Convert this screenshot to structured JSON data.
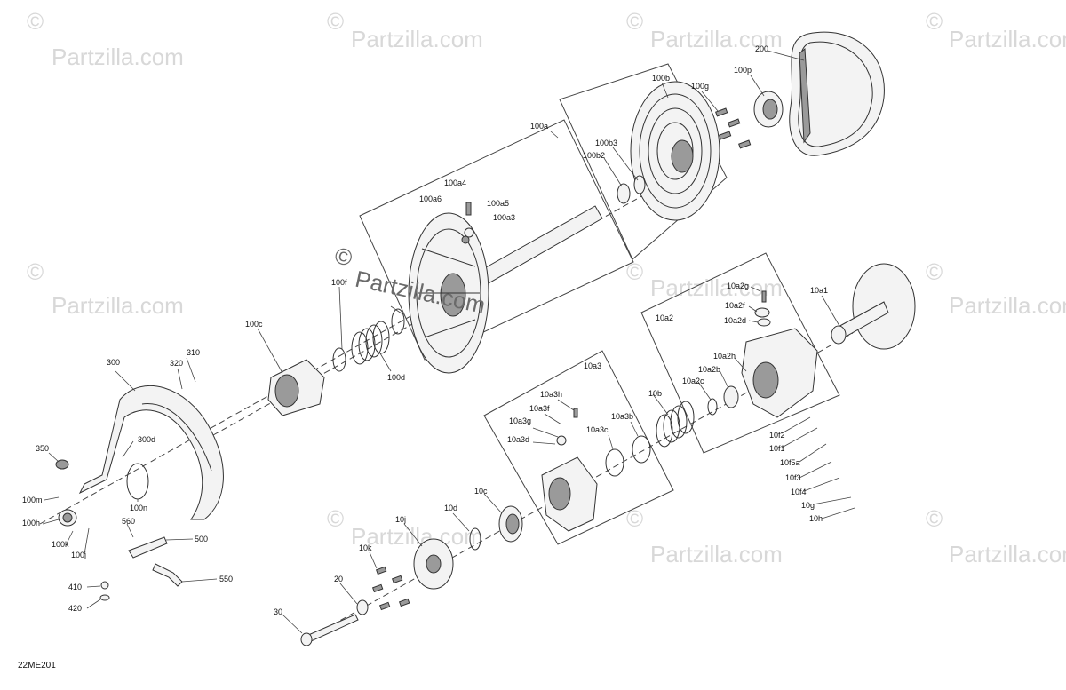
{
  "watermark": {
    "text": "Partzilla.com",
    "symbol": "©"
  },
  "diagram_code": "22ME201",
  "callouts": {
    "c200": "200",
    "c100p": "100p",
    "c100b": "100b",
    "c100g": "100g",
    "c100a": "100a",
    "c100b3": "100b3",
    "c100b2": "100b2",
    "c100a4": "100a4",
    "c100a6": "100a6",
    "c100a5": "100a5",
    "c100a3": "100a3",
    "c100f": "100f",
    "c100c": "100c",
    "c100d": "100d",
    "c10a1": "10a1",
    "c10a2g": "10a2g",
    "c10a2f": "10a2f",
    "c10a2d": "10a2d",
    "c10a2": "10a2",
    "c10a2h": "10a2h",
    "c10a2b": "10a2b",
    "c10a2c": "10a2c",
    "c310": "310",
    "c320": "320",
    "c300": "300",
    "c300d": "300d",
    "c350": "350",
    "c10a3": "10a3",
    "c10a3h": "10a3h",
    "c10a3f": "10a3f",
    "c10a3g": "10a3g",
    "c10a3d": "10a3d",
    "c10a3c": "10a3c",
    "c10a3b": "10a3b",
    "c10b": "10b",
    "c10f2": "10f2",
    "c10f1": "10f1",
    "c10f5a": "10f5a",
    "c10f3": "10f3",
    "c10f4": "10f4",
    "c10g": "10g",
    "c10h": "10h",
    "c100n": "100n",
    "c100m": "100m",
    "c100h": "100h",
    "c100k": "100k",
    "c100j": "100j",
    "c560": "560",
    "c500": "500",
    "c550": "550",
    "c410": "410",
    "c420": "420",
    "c10c": "10c",
    "c10d": "10d",
    "c10j": "10j",
    "c10k": "10k",
    "c20": "20",
    "c30": "30"
  }
}
